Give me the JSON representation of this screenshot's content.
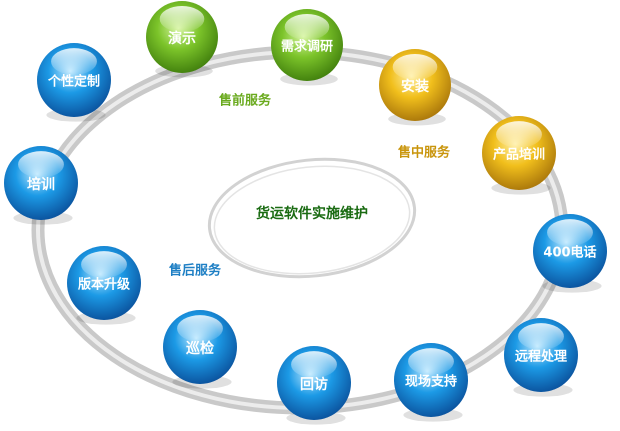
{
  "center": {
    "label": "货运软件实施维护"
  },
  "phases": {
    "pre_sale": {
      "label": "售前服务",
      "color": "#6aaa1e"
    },
    "in_sale": {
      "label": "售中服务",
      "color": "#c9950c"
    },
    "post_sale": {
      "label": "售后服务",
      "color": "#1e7fc4"
    }
  },
  "nodes": [
    {
      "id": "demo",
      "label": "演示",
      "phase": "pre_sale"
    },
    {
      "id": "requirements",
      "label": "需求调研",
      "phase": "pre_sale"
    },
    {
      "id": "install",
      "label": "安装",
      "phase": "in_sale"
    },
    {
      "id": "training",
      "label": "产品培训",
      "phase": "in_sale"
    },
    {
      "id": "hotline",
      "label": "400电话",
      "phase": "post_sale"
    },
    {
      "id": "remote",
      "label": "远程处理",
      "phase": "post_sale"
    },
    {
      "id": "onsite",
      "label": "现场支持",
      "phase": "post_sale"
    },
    {
      "id": "visit",
      "label": "回访",
      "phase": "post_sale"
    },
    {
      "id": "inspection",
      "label": "巡检",
      "phase": "post_sale"
    },
    {
      "id": "upgrade",
      "label": "版本升级",
      "phase": "post_sale"
    },
    {
      "id": "train2",
      "label": "培训",
      "phase": "post_sale"
    },
    {
      "id": "custom",
      "label": "个性定制",
      "phase": "post_sale"
    }
  ],
  "ball_colors": {
    "pre_sale": {
      "light": "#d6f5a0",
      "mid": "#7cc42a",
      "dark": "#3f7d0c"
    },
    "in_sale": {
      "light": "#fff0a8",
      "mid": "#f1bf1c",
      "dark": "#a7740a"
    },
    "post_sale": {
      "light": "#bfe9ff",
      "mid": "#1c9ae6",
      "dark": "#0a4f9a"
    }
  }
}
